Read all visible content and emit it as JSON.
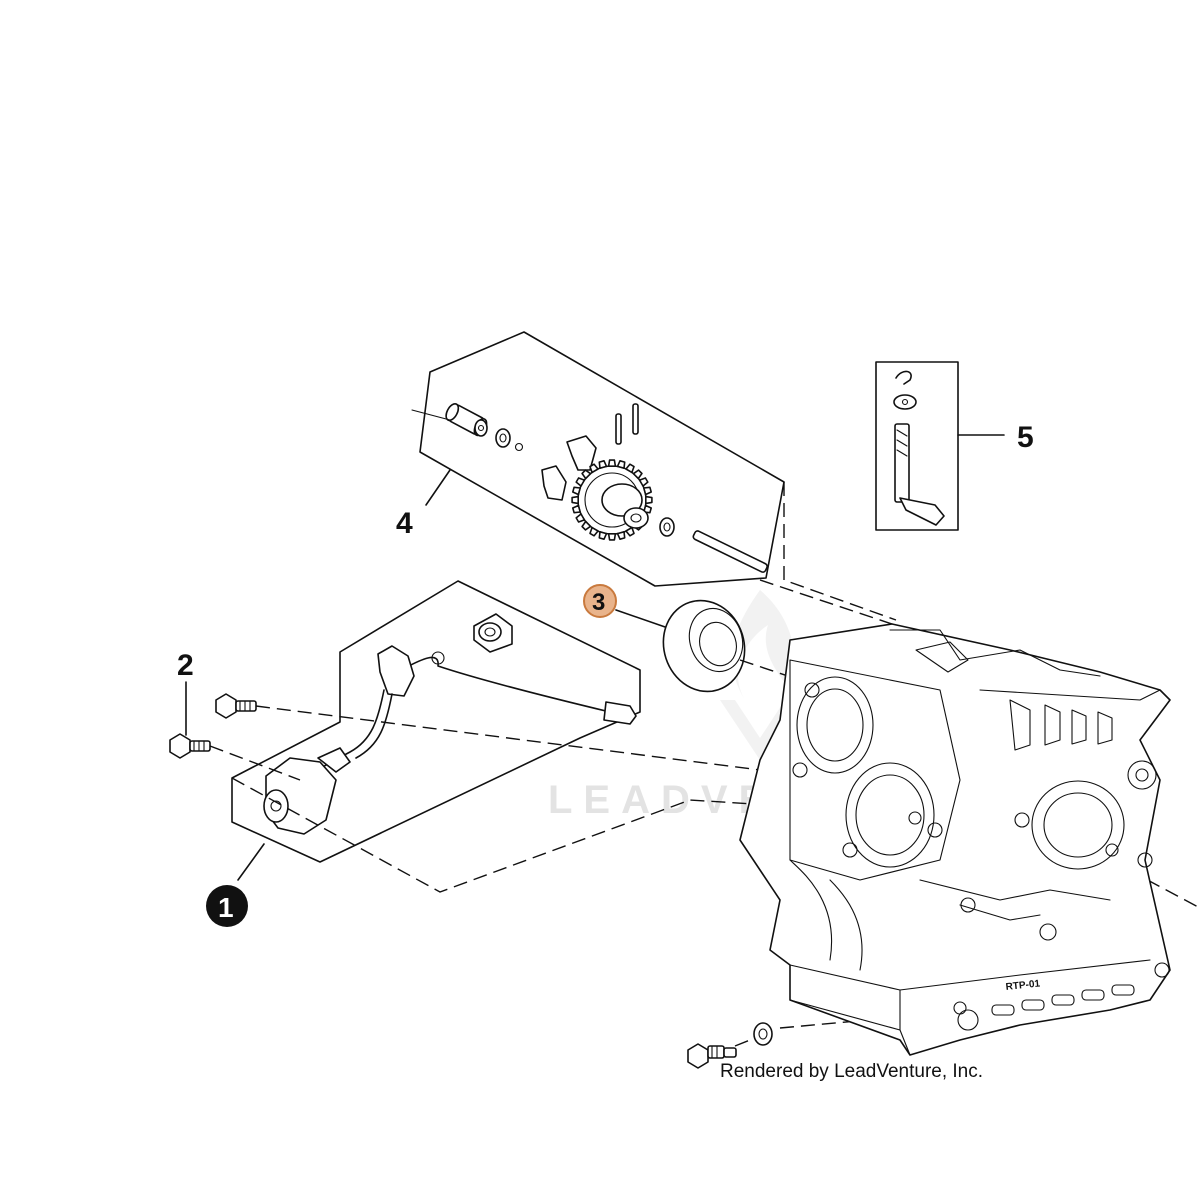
{
  "callouts": [
    {
      "number": "1",
      "style": "filled-circle"
    },
    {
      "number": "2",
      "style": "plain"
    },
    {
      "number": "3",
      "style": "highlighted-circle"
    },
    {
      "number": "4",
      "style": "plain"
    },
    {
      "number": "5",
      "style": "plain"
    }
  ],
  "engine_marking": "RTP-01",
  "watermark": "LEADVENTURE",
  "credit": "Rendered by LeadVenture, Inc.",
  "colors": {
    "line": "#111111",
    "highlight_fill": "#e9b48c",
    "highlight_stroke": "#c97a3e",
    "watermark": "#e3e3e3"
  }
}
